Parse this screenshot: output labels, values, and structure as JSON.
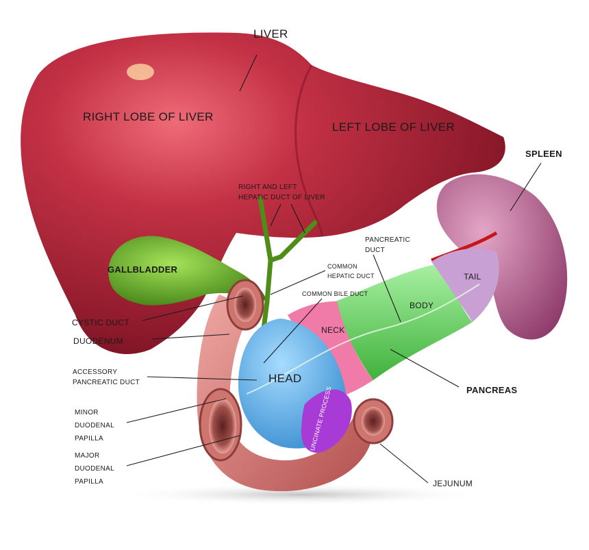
{
  "labels": {
    "liver": "LIVER",
    "right_lobe": "RIGHT LOBE OF LIVER",
    "left_lobe": "LEFT LOBE OF LIVER",
    "spleen": "SPLEEN",
    "hepatic_ducts": "RIGHT AND LEFT\nHEPATIC DUCT OF LIVER",
    "pancreatic_duct": "PANCREATIC\nDUCT",
    "gallbladder": "GALLBLADDER",
    "common_hepatic_duct": "COMMON\nHEPATIC DUCT",
    "tail": "TAIL",
    "common_bile_duct": "COMMON BILE DUCT",
    "body": "BODY",
    "cystic_duct": "CYSTIC DUCT",
    "neck": "NECK",
    "duodenum": "DUODENUM",
    "accessory_pancreatic_duct": "ACCESSORY\nPANCREATIC DUCT",
    "head": "HEAD",
    "pancreas": "PANCREAS",
    "minor_papilla": "MINOR\nDUODENAL\nPAPILLA",
    "uncinate_process": "UNCINATE PROCESS",
    "major_papilla": "MAJOR\nDUODENAL\nPAPILLA",
    "jejunum": "JEJUNUM"
  },
  "colors": {
    "liver": "#b3253a",
    "liver_highlight": "#e85a6a",
    "gallbladder": "#5aa61e",
    "spleen": "#b8608f",
    "pancreas_body": "#6cd66a",
    "pancreas_neck": "#f07aa8",
    "pancreas_head": "#4aa6e6",
    "pancreas_tail": "#c8a0d4",
    "uncinate": "#a83ad6",
    "duodenum": "#d97a78",
    "leader": "#1a1a1a"
  }
}
